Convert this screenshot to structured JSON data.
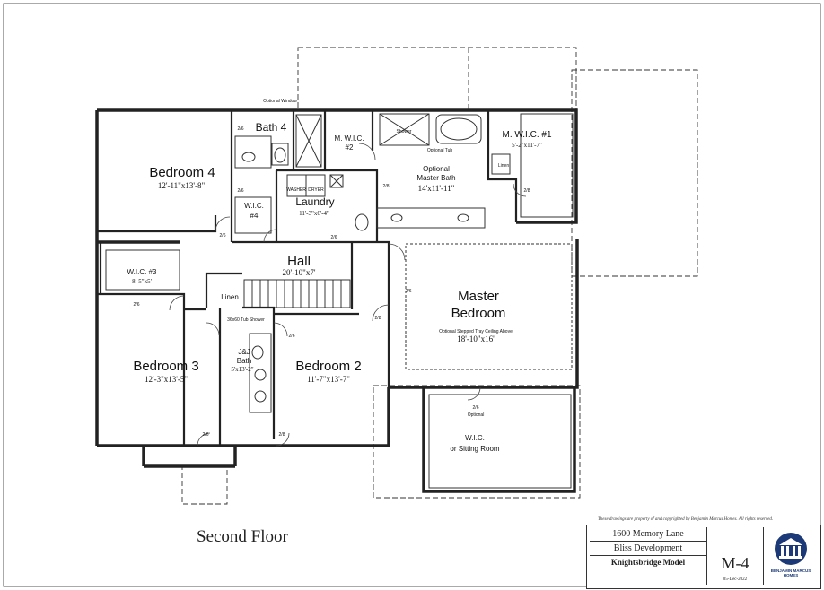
{
  "drawing_title": "Second Floor",
  "rooms": {
    "bedroom4": {
      "name": "Bedroom 4",
      "dims": "12'-11\"x13'-8\""
    },
    "bath4": {
      "name": "Bath 4"
    },
    "mwic2": {
      "name": "M. W.I.C.",
      "num": "#2"
    },
    "master_bath": {
      "name_line1": "Optional",
      "name_line2": "Master Bath",
      "dims": "14'x11'-11\""
    },
    "mwic1": {
      "name": "M. W.I.C. #1",
      "dims": "5'-2\"x11'-7\""
    },
    "wic4": {
      "name": "W.I.C.",
      "num": "#4"
    },
    "laundry": {
      "name": "Laundry",
      "dims": "11'-3\"x6'-4\""
    },
    "hall": {
      "name": "Hall",
      "dims": "20'-10\"x7'"
    },
    "wic3": {
      "name": "W.I.C. #3",
      "dims": "8'-5\"x5'"
    },
    "linen": {
      "name": "Linen"
    },
    "master_bedroom": {
      "name_line1": "Master",
      "name_line2": "Bedroom",
      "dims": "18'-10\"x16'",
      "note": "Optional Stepped Tray Ceiling Above"
    },
    "bedroom3": {
      "name": "Bedroom 3",
      "dims": "12'-3\"x13'-5\""
    },
    "jack_jill_bath": {
      "name_line1": "J&J",
      "name_line2": "Bath",
      "dims": "5'x13'-2\"",
      "tub_note": "36x60 Tub Shower"
    },
    "bedroom2": {
      "name": "Bedroom 2",
      "dims": "11'-7\"x13'-7\""
    },
    "wic_sitting": {
      "name_line1": "W.I.C.",
      "name_line2": "or Sitting Room"
    }
  },
  "small_labels": {
    "optional_window": "Optional Window",
    "optional_door": "Optional",
    "shower": "Shower",
    "tub": "Optional Tub",
    "washer": "WASHER",
    "dryer": "DRYER",
    "linen_small": "Linen"
  },
  "door_sizes": [
    "2/6",
    "2/6",
    "2/6",
    "2/6",
    "2/8",
    "2/8",
    "2/6",
    "2/8",
    "2/6",
    "2/6",
    "2/6",
    "2/8",
    "2/6"
  ],
  "title_block": {
    "note": "These drawings are property of and copyrighted by Benjamin Marcus Homes. All rights reserved.",
    "address": "1600 Memory Lane",
    "development": "Bliss Development",
    "model": "Knightsbridge Model",
    "sheet": "M-4",
    "date": "05-Dec-2022",
    "company": "BENJAMIN MARCUS HOMES"
  }
}
